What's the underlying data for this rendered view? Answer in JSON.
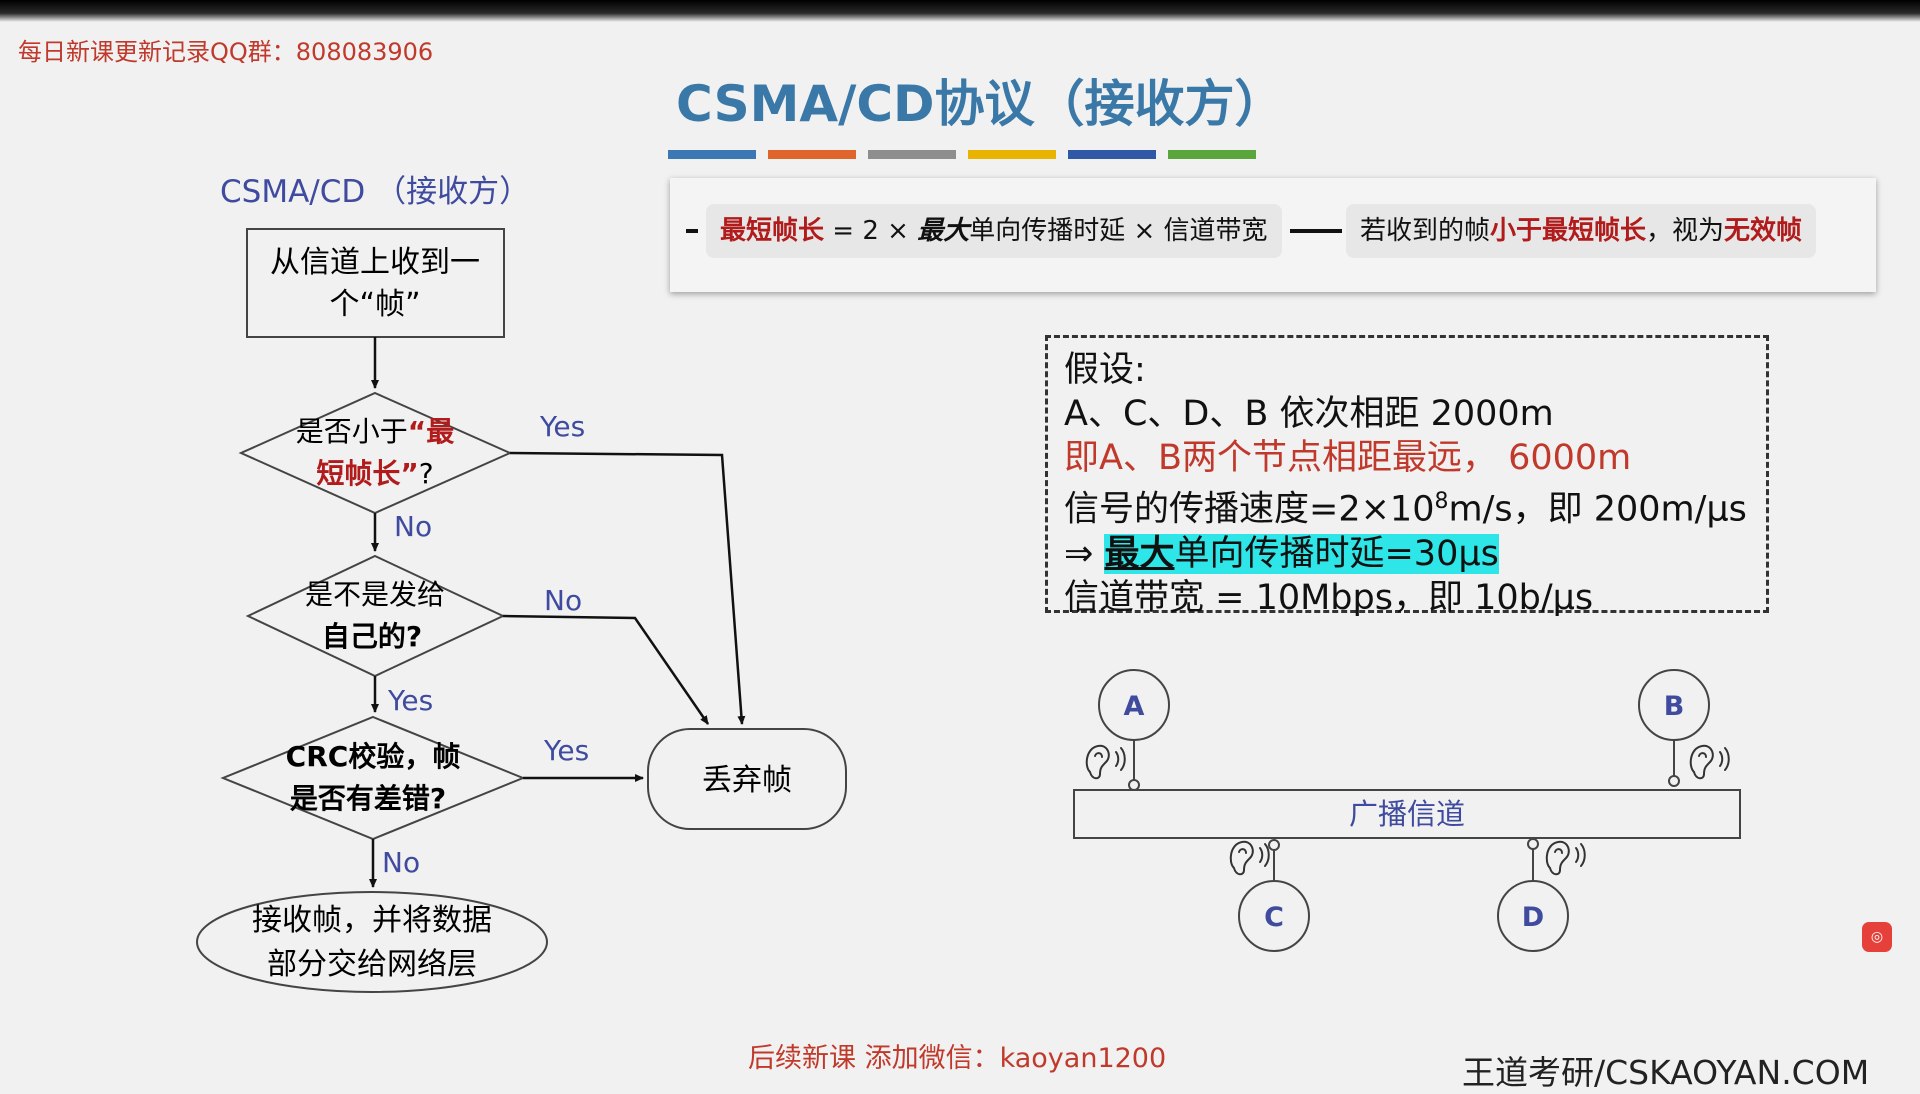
{
  "watermark": {
    "qq": "每日新课更新记录QQ群：808083906",
    "bottom": "后续新课 添加微信：kaoyan1200",
    "brand": "王道考研/CSKAOYAN.COM"
  },
  "title": "CSMA/CD协议（接收方）",
  "color_bars": [
    "#3c78b4",
    "#e0652a",
    "#8e8e8e",
    "#e8b400",
    "#2f58a6",
    "#5aa63c"
  ],
  "flowchart": {
    "subtitle": "CSMA/CD （接收方）",
    "receive_l1": "从信道上收到一",
    "receive_l2": "个“帧”",
    "check_len_l1a": "是否小于",
    "check_len_l1b": "“最",
    "check_len_l2a": "短帧长”",
    "check_len_l2b": "?",
    "check_dest_l1": "是不是发给",
    "check_dest_l2": "自己的?",
    "check_crc_l1": "CRC校验，帧",
    "check_crc_l2": "是否有差错?",
    "discard": "丢弃帧",
    "accept_l1": "接收帧，并将数据",
    "accept_l2": "部分交给网络层",
    "yes": "Yes",
    "no": "No"
  },
  "formula": {
    "min_frame": "最短帧长",
    "eq": " = 2 × ",
    "max": "最大",
    "rest": "单向传播时延 × 信道带宽",
    "cond_a": "若收到的帧",
    "cond_b": "小于最短帧长",
    "cond_c": "，视为",
    "cond_d": "无效帧"
  },
  "assumption": {
    "l1": "假设:",
    "l2": "A、C、D、B 依次相距 2000m",
    "l3": "即A、B两个节点相距最远， 6000m",
    "l4a": "信号的传播速度=2×10",
    "l4sup": "8",
    "l4b": "m/s，即 200m/μs",
    "l5arrow": "⇒ ",
    "l5max": "最大",
    "l5rest": "单向传播时延=30μs",
    "l6": "信道带宽 = 10Mbps，即 10b/μs"
  },
  "network": {
    "channel": "广播信道",
    "nodes": [
      "A",
      "B",
      "C",
      "D"
    ],
    "icons": [
      "ear-icon"
    ]
  },
  "colors": {
    "accent_blue": "#3a78a8",
    "flow_blue": "#3f4b9e",
    "red": "#b11b1b",
    "highlight": "#2ee5e8"
  }
}
